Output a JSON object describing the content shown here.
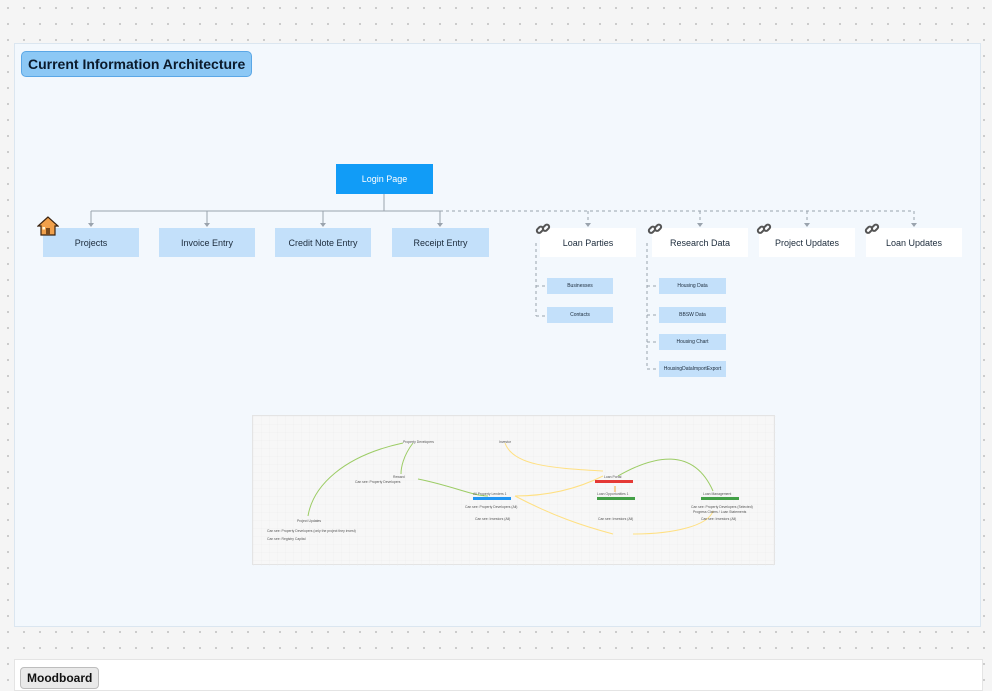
{
  "frame": {
    "title": "Current Information Architecture"
  },
  "root": {
    "label": "Login Page"
  },
  "primary_nodes": [
    {
      "label": "Projects",
      "icon": "house-icon"
    },
    {
      "label": "Invoice Entry"
    },
    {
      "label": "Credit Note Entry"
    },
    {
      "label": "Receipt Entry"
    }
  ],
  "linked_nodes": [
    {
      "label": "Loan Parties",
      "icon": "link-icon",
      "children": [
        "Businesses",
        "Contacts"
      ]
    },
    {
      "label": "Research Data",
      "icon": "link-icon",
      "children": [
        "Housing Data",
        "BBSW Data",
        "Housing Chart",
        "HousingDataImportExport"
      ]
    },
    {
      "label": "Project Updates",
      "icon": "link-icon"
    },
    {
      "label": "Loan Updates",
      "icon": "link-icon"
    }
  ],
  "embedded_diagram": {
    "nodes": [
      {
        "label": "Property Developers"
      },
      {
        "label": "Investor"
      },
      {
        "label": "Reward"
      },
      {
        "label": "Can see: Property Developers"
      },
      {
        "label": "Loan Portal"
      },
      {
        "label": "All Property Lenders 1"
      },
      {
        "label": "Loan Opportunities 1"
      },
      {
        "label": "Loan Management"
      },
      {
        "label": "Project Updates"
      },
      {
        "label": "Can see: Property Developers (only the project they invest)"
      },
      {
        "label": "Can see: Property Developers (All)"
      },
      {
        "label": "Can see: Investors (All)"
      },
      {
        "label": "Can see: Investors (All)"
      },
      {
        "label": "Can see: Property Developers (Selected)"
      },
      {
        "label": "Progress Claims / Loan Statements"
      },
      {
        "label": "Can see: Investors (All)"
      },
      {
        "label": "Can see: Registry Capital"
      }
    ]
  },
  "moodboard": {
    "title": "Moodboard"
  },
  "colors": {
    "accent": "#119cf7",
    "node_fill": "#c3e0fa",
    "frame_bg": "#f3f8fd"
  }
}
